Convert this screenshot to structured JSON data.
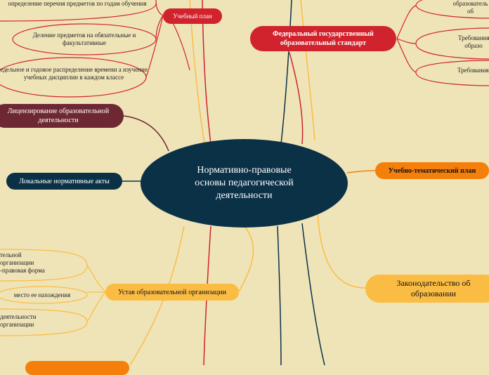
{
  "central": {
    "label": "Нормативно-правовые основы педагогической деятельности"
  },
  "colors": {
    "background": "#efe4b8",
    "navy": "#0b3147",
    "red": "#d0232d",
    "maroon": "#6e2834",
    "orange": "#f57f0b",
    "yellow": "#fbbc44"
  },
  "branches": {
    "curriculum": {
      "label": "Учебный план",
      "children": [
        "определение перечня предметов по годам обучения",
        "Деление предметов на обязательные и факультативные",
        "едельное и годовое распределение времени а изучение учебных дисциплин в каждом классе"
      ]
    },
    "fgos": {
      "label": "Федеральный государственный образовательный стандарт",
      "children": [
        "образователь об",
        "Требования образо",
        "Требования"
      ]
    },
    "licensing": {
      "label": "Лицензирование образовательной деятельности"
    },
    "local_acts": {
      "label": "Локальные нормативные акты"
    },
    "thematic_plan": {
      "label": "Учебно-тематический план"
    },
    "education_law": {
      "label": "Законодательство об образовании"
    },
    "charter": {
      "label": "Устав образовательной организации",
      "children": [
        "тельной организации -правовая форма",
        "место ее нахождения",
        "деятельности организации"
      ]
    }
  }
}
